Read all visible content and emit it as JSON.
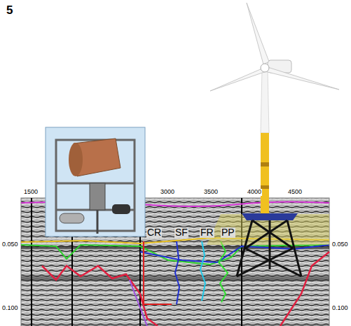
{
  "diagram": {
    "labels": [
      "5",
      "1500",
      "3000",
      "3500",
      "4000",
      "4500",
      "0.050",
      "0.050",
      "0.100",
      "0.100",
      "CR",
      "SF",
      "FR",
      "PP"
    ]
  }
}
